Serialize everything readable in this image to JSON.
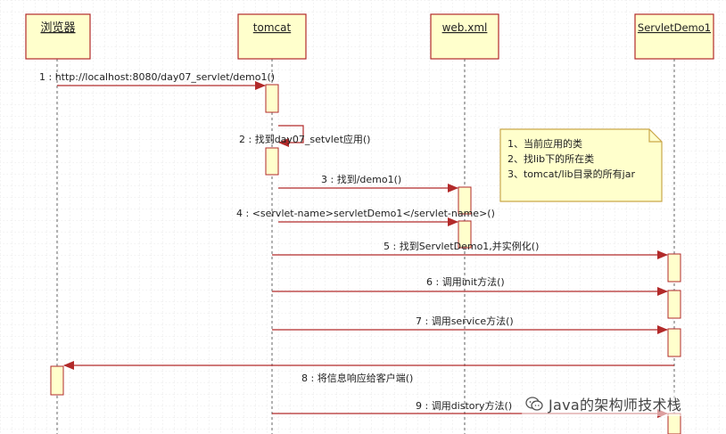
{
  "participants": [
    {
      "id": "browser",
      "label": "浏览器"
    },
    {
      "id": "tomcat",
      "label": "tomcat"
    },
    {
      "id": "webxml",
      "label": "web.xml"
    },
    {
      "id": "servlet",
      "label": "ServletDemo1"
    }
  ],
  "messages": [
    {
      "id": "m1",
      "label": "1 : http://localhost:8080/day07_servlet/demo1()"
    },
    {
      "id": "m2",
      "label": "2 : 找到day07_setvlet应用()"
    },
    {
      "id": "m3",
      "label": "3 : 找到/demo1()"
    },
    {
      "id": "m4",
      "label": "4 : <servlet-name>servletDemo1</servlet-name>()"
    },
    {
      "id": "m5",
      "label": "5 : 找到ServletDemo1,并实例化()"
    },
    {
      "id": "m6",
      "label": "6 : 调用init方法()"
    },
    {
      "id": "m7",
      "label": "7 : 调用service方法()"
    },
    {
      "id": "m8",
      "label": "8 : 将信息响应给客户端()"
    },
    {
      "id": "m9",
      "label": "9 : 调用distory方法()"
    }
  ],
  "note": {
    "lines": [
      "1、当前应用的类",
      "2、找lib下的所在类",
      "3、tomcat/lib目录的所有jar"
    ]
  },
  "watermark": {
    "text": "Java的架构师技术栈",
    "icon": "wechat-bubble-icon"
  },
  "colors": {
    "box_fill": "#ffffcc",
    "box_stroke": "#b22a2a",
    "arrow": "#b22a2a",
    "lifeline": "#555555",
    "grid": "#d8d8d8",
    "note_fill": "#ffffcc",
    "note_stroke": "#c9a74a"
  }
}
